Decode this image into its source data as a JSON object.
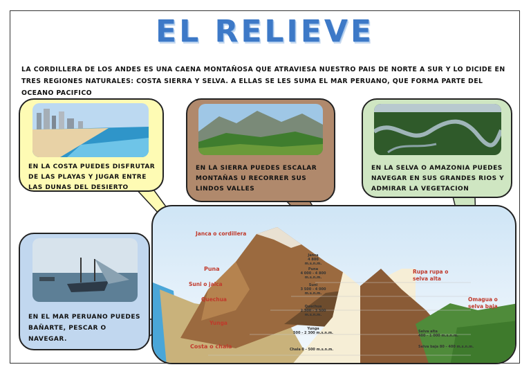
{
  "title": "EL RELIEVE",
  "intro": "LA CORDILLERA DE LOS ANDES ES UNA CAENA MONTAÑOSA QUE ATRAVIESA NUESTRO PAIS DE NORTE A SUR Y LO DICIDE EN TRES REGIONES NATURALES: COSTA SIERRA Y SELVA. A ELLAS SE LES SUMA EL MAR PERUANO, QUE FORMA PARTE DEL OCEANO PACIFICO",
  "costa": {
    "text": "EN LA COSTA PUEDES DISFRUTAR DE LAS PLAYAS Y JUGAR ENTRE LAS DUNAS DEL DESIERTO",
    "color": "#fefbb4"
  },
  "sierra": {
    "text": "EN LA SIERRA PUEDES ESCALAR MONTAÑAS U RECORRER SUS LINDOS VALLES",
    "color": "#b0896c"
  },
  "selva": {
    "text": "EN LA SELVA O AMAZONIA PUEDES NAVEGAR EN SUS GRANDES RIOS Y ADMIRAR LA VEGETACION",
    "color": "#cfe6c2"
  },
  "mar": {
    "text": "EN EL MAR PERUANO PUEDES BAÑARTE, PESCAR O NAVEGAR.",
    "color": "#c1d7ef"
  },
  "diagram": {
    "regions": {
      "janca": "Janca o cordillera",
      "puna": "Puna",
      "suni": "Suni o jalca",
      "quechua": "Quechua",
      "yunga": "Yunga",
      "costa": "Costa o chala",
      "rupa": "Rupa rupa o selva alta",
      "omagua": "Omagua o selva baja"
    },
    "altitudes": {
      "janca": "Janca",
      "janca_alt": "4 800 m.s.n.m.",
      "puna": "Puna",
      "puna_alt": "4 000 - 4 800 m.s.n.m.",
      "suni": "Suni",
      "suni_alt": "3 500 - 4 000 m.s.n.m.",
      "quechua": "Quechua",
      "quechua_alt": "2 300 - 3 500 m.s.n.m.",
      "yunga": "Yunga",
      "yunga_alt": "500 - 2 300 m.s.n.m.",
      "chala": "Chala 0 - 500 m.s.n.m.",
      "selva_alta": "Selva alta",
      "selva_alta_alt": "400 - 1 000 m.s.n.m.",
      "selva_baja": "Selva baja 80 - 400 m.s.n.m."
    }
  }
}
